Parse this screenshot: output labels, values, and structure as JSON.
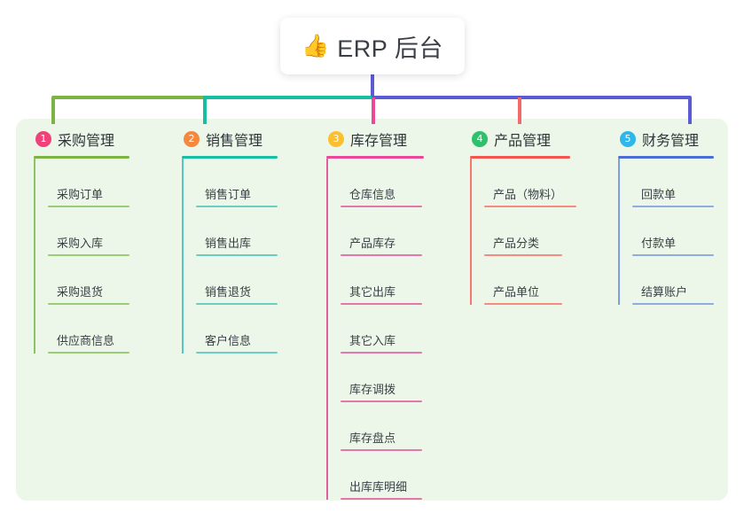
{
  "root": {
    "icon": "thumbs-up-icon",
    "icon_glyph": "👍",
    "title": "ERP 后台"
  },
  "panel": {
    "background": "#edf7e9"
  },
  "connectors": {
    "stem_color": "#5b5bd6",
    "bus_colors": [
      "#7cb342",
      "#17bfa0",
      "#5b5bd6"
    ],
    "drop_colors": [
      "#7cb342",
      "#17bfa0",
      "#ec4899",
      "#f46a6a",
      "#5b5bd6"
    ]
  },
  "columns": [
    {
      "number": "1",
      "title": "采购管理",
      "badge_color": "#f0417a",
      "line_color": "#8cc463",
      "rule_color": "#7cb342",
      "items": [
        "采购订单",
        "采购入库",
        "采购退货",
        "供应商信息"
      ]
    },
    {
      "number": "2",
      "title": "销售管理",
      "badge_color": "#f5883c",
      "line_color": "#55c7bc",
      "rule_color": "#17bfa0",
      "items": [
        "销售订单",
        "销售出库",
        "销售退货",
        "客户信息"
      ]
    },
    {
      "number": "3",
      "title": "库存管理",
      "badge_color": "#fcbf2e",
      "line_color": "#e05fa0",
      "rule_color": "#ec4899",
      "items": [
        "仓库信息",
        "产品库存",
        "其它出库",
        "其它入库",
        "库存调拨",
        "库存盘点",
        "出库库明细"
      ]
    },
    {
      "number": "4",
      "title": "产品管理",
      "badge_color": "#2ec06a",
      "line_color": "#f4786f",
      "rule_color": "#f4554e",
      "items": [
        "产品（物料）",
        "产品分类",
        "产品单位"
      ]
    },
    {
      "number": "5",
      "title": "财务管理",
      "badge_color": "#2eb7e8",
      "line_color": "#7d9fe0",
      "rule_color": "#4a6fd4",
      "items": [
        "回款单",
        "付款单",
        "结算账户"
      ]
    }
  ]
}
